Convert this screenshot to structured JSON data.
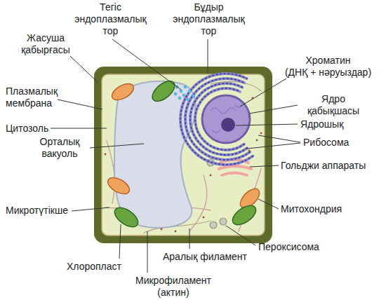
{
  "diagram": {
    "labels": [
      "Тегіс эндоплазмалық тор",
      "Бұдыр эндоплазмалық тор",
      "Хроматин (ДНҚ + нәруыздар)",
      "Жасуша қабырғасы",
      "Плазмалық мембрана",
      "Цитозоль",
      "Орталық вакуоль",
      "Ядро қабықшасы",
      "Ядрошық",
      "Рибосома",
      "Гольджи аппараты",
      "Микротүтікше",
      "Митохондрия",
      "Пероксисома",
      "Аралық филамент",
      "Хлоропласт",
      "Микрофиламент (актин)"
    ]
  }
}
